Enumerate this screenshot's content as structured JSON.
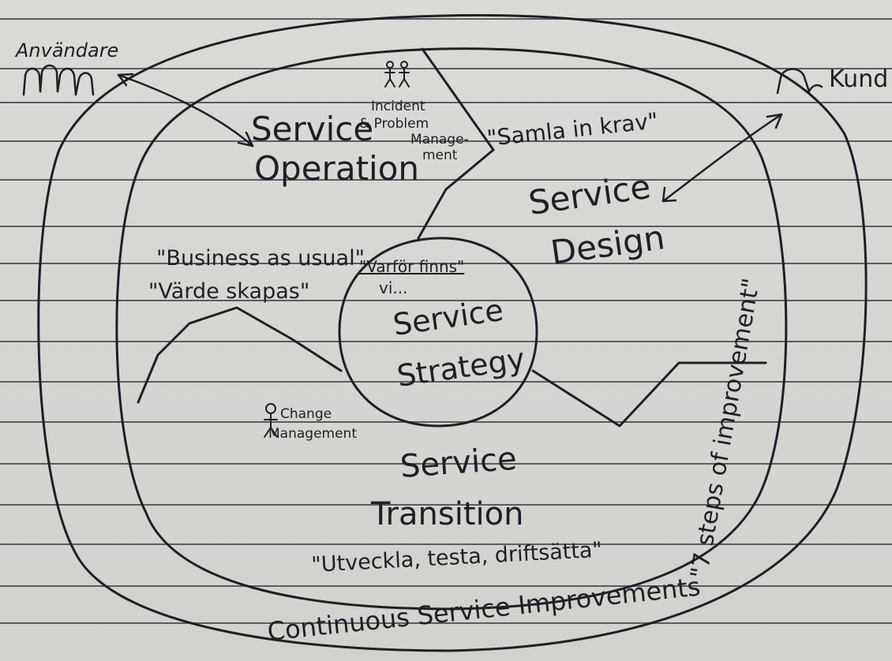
{
  "labels": {
    "anvandare": "Användare",
    "kund": "Kund",
    "operation_1": "Service",
    "operation_2": "Operation",
    "incident_1": "Incident",
    "incident_2": "& Problem",
    "incident_3": "Manage-",
    "incident_4": "ment",
    "samla": "\"Samla in krav\"",
    "design_1": "Service",
    "design_2": "Design",
    "business": "\"Business as usual\"",
    "varde": "\"Värde skapas\"",
    "varfor_1": "\"Varför finns\"",
    "varfor_2": "vi...",
    "strategy_1": "Service",
    "strategy_2": "Strategy",
    "change_1": "Change",
    "change_2": "Management",
    "transition_1": "Service",
    "transition_2": "Transition",
    "utveckla": "\"Utveckla, testa, driftsätta\"",
    "seven_steps": "\"7 steps of improvement\"",
    "continuous": "Continuous Service Improvements"
  },
  "colors": {
    "ink": "#1e1f24",
    "paper": "#d8d6d3",
    "rule_line": "#46474c"
  },
  "icons": [
    "users-group-icon",
    "customer-icon",
    "person-pair-icon",
    "person-icon"
  ]
}
